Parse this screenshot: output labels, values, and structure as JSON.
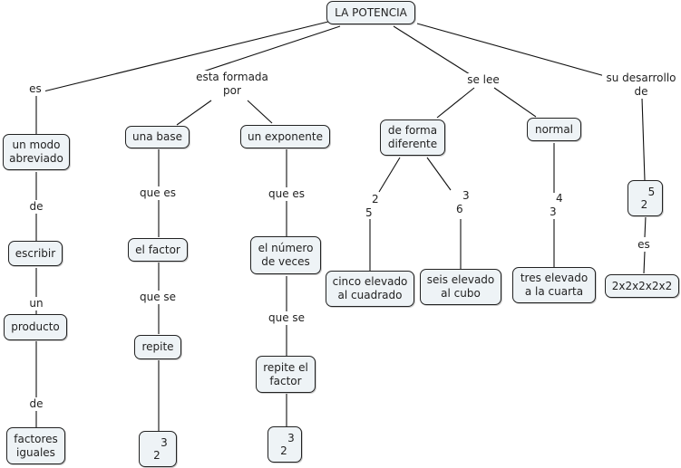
{
  "title": "LA POTENCIA",
  "nodes": {
    "root": "LA POTENCIA",
    "modo": "un modo\nabreviado",
    "escribir": "escribir",
    "producto": "producto",
    "factores": "factores\niguales",
    "base": "una base",
    "factor": "el factor",
    "repite": "repite",
    "exponente": "un exponente",
    "numero": "el número\nde veces",
    "repite_factor": "repite el\nfactor",
    "diferente": "de forma\ndiferente",
    "normal": "normal",
    "cinco": "cinco elevado\nal cuadrado",
    "seis": "seis elevado\nal cubo",
    "tres": "tres elevado\na la cuarta",
    "desarrollo": "2x2x2x2x2"
  },
  "powers": {
    "base_example": {
      "base": "2",
      "exp": "3"
    },
    "exp_example": {
      "base": "2",
      "exp": "3"
    },
    "dev_example": {
      "base": "2",
      "exp": "5"
    }
  },
  "numbers": {
    "five_sq": {
      "exp": "2",
      "base": "5"
    },
    "six_cube": {
      "exp": "3",
      "base": "6"
    },
    "three_fourth": {
      "exp": "4",
      "base": "3"
    }
  },
  "links": {
    "es": "es",
    "formada": "esta formada\npor",
    "se_lee": "se lee",
    "desarrollo": "su desarrollo\nde",
    "de1": "de",
    "un": "un",
    "de2": "de",
    "que_es1": "que es",
    "que_se1": "que se",
    "que_es2": "que es",
    "que_se2": "que se",
    "es2": "es"
  }
}
